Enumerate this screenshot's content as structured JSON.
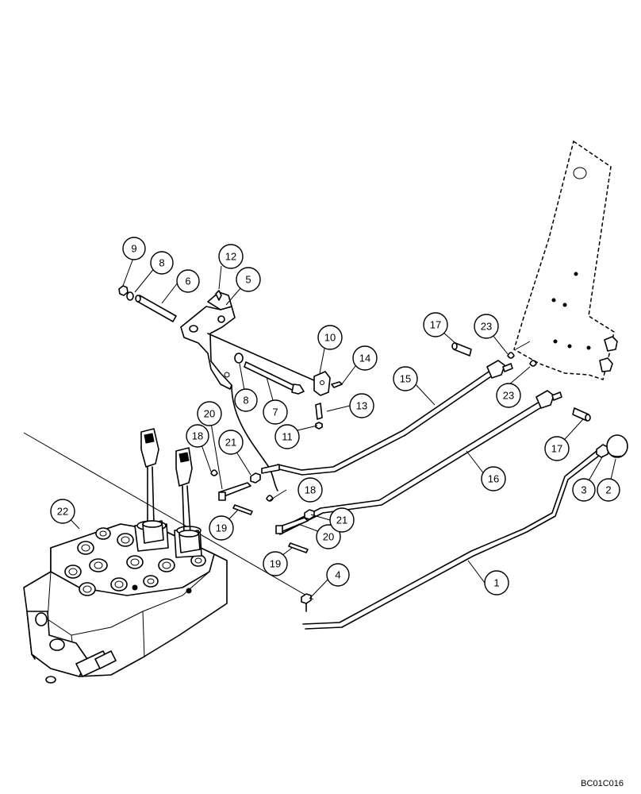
{
  "drawing_ref": "BC01C016",
  "callouts": [
    "1",
    "2",
    "3",
    "4",
    "5",
    "6",
    "7",
    "8",
    "9",
    "10",
    "11",
    "12",
    "13",
    "14",
    "15",
    "16",
    "17",
    "18",
    "19",
    "20",
    "21",
    "22",
    "23"
  ]
}
